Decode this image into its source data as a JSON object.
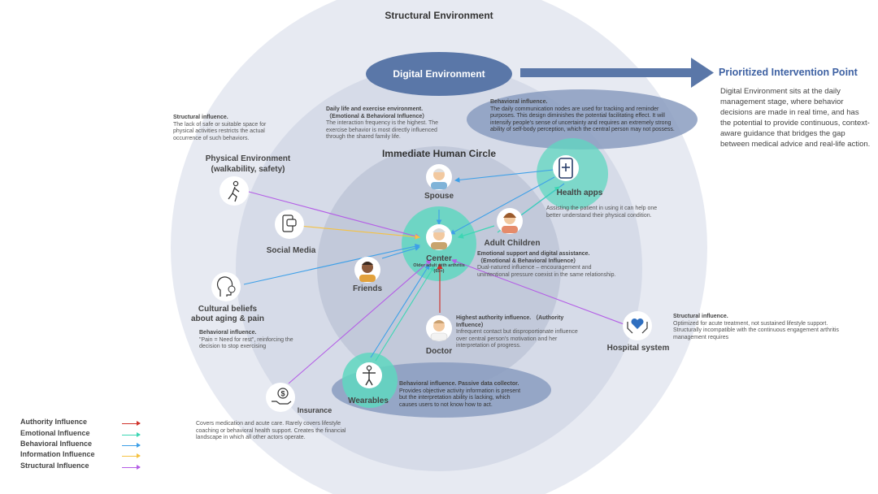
{
  "diagram": {
    "title": "Structural Environment",
    "digital_env": "Digital Environment",
    "immediate_circle": "Immediate Human Circle",
    "center": {
      "label": "Center",
      "subtitle": "Older adult with arthritis",
      "age": "(65+)"
    },
    "nodes": {
      "spouse": "Spouse",
      "adult_children": "Adult Children",
      "friends": "Friends",
      "doctor": "Doctor",
      "health_apps": "Health apps",
      "wearables": "Wearables",
      "social_media": "Social Media",
      "physical_env_line1": "Physical Environment",
      "physical_env_line2": "(walkability, safety)",
      "cultural_line1": "Cultural beliefs",
      "cultural_line2": "about aging & pain",
      "hospital": "Hospital system",
      "insurance": "Insurance"
    },
    "icons": [
      "person-icon",
      "walking-icon",
      "chat-icon",
      "head-icon",
      "phone-icon",
      "wearable-icon",
      "dollar-icon",
      "heart-hands-icon"
    ]
  },
  "notes": {
    "structural_left": {
      "heading": "Structural influence.",
      "body": "The lack of safe or suitable space for physical activities restricts the actual occurrence of such behaviors."
    },
    "daily_life": {
      "heading": "Daily life and exercise environment.",
      "subheading": "（Emotional & Behavioral Influence）",
      "body": "The interaction frequency is the highest. The exercise behavior is most directly influenced through the shared family life."
    },
    "digital_behavioral": {
      "heading": "Behavioral influence.",
      "body": "The daily communication nodes are used for tracking and reminder purposes. This design diminishes the potential facilitating effect. It will intensify people's sense of uncertainty and requires an extremely strong ability of self-body perception, which the central person may not possess."
    },
    "health_apps": {
      "body": "Assisting the patient in using it can help one better understand their physical condition."
    },
    "emotional_support": {
      "heading": "Emotional support and digital assistance.",
      "subheading": "（Emotional & Behavioral Influence）",
      "body": "Dual-natured influence – encouragement and unintentional pressure coexist in the same relationship."
    },
    "cultural_behavioral": {
      "heading": "Behavioral influence.",
      "body": "\"Pain = Need for rest\", reinforcing the decision to stop exercising"
    },
    "doctor_authority": {
      "heading": "Highest authority influence. （Authority Influence）",
      "body": "Infrequent contact but disproportionate influence over central person's motivation and her interpretation of progress."
    },
    "hospital_structural": {
      "heading": "Structural influence.",
      "body": "Optimized for acute treatment, not sustained lifestyle support. Structurally incompatible with the continuous engagement arthritis management requires"
    },
    "wearables_behavioral": {
      "heading": "Behavioral influence. Passive data collector.",
      "body": "Provides objective activity information is present but the interpretation ability is lacking, which causes users to not know how to act."
    },
    "insurance": {
      "body": "Covers medication and acute care. Rarely covers lifestyle coaching or behavioral health support. Creates the financial landscape in which all other actors operate."
    }
  },
  "prioritized": {
    "title": "Prioritized Intervention Point",
    "body": "Digital Environment sits at the daily management stage, where behavior decisions are made in real time, and has the potential to provide continuous, context-aware guidance that bridges the gap between medical advice and real-life action."
  },
  "legend": [
    {
      "label": "Authority Influence",
      "color": "#d0342c"
    },
    {
      "label": "Emotional Influence",
      "color": "#3dd6b4"
    },
    {
      "label": "Behavioral Influence",
      "color": "#3ea0e8"
    },
    {
      "label": "Information Influence",
      "color": "#f5c242"
    },
    {
      "label": "Structural Influence",
      "color": "#b45ee6"
    }
  ],
  "colors": {
    "accent_blue": "#3f62a3",
    "digital_ellipse": "#5a77a8",
    "ring_outer": "#e7eaf2",
    "ring_mid": "#d6dbe8",
    "ring_inner": "#c2c9da",
    "teal": "#5fd7c0"
  }
}
